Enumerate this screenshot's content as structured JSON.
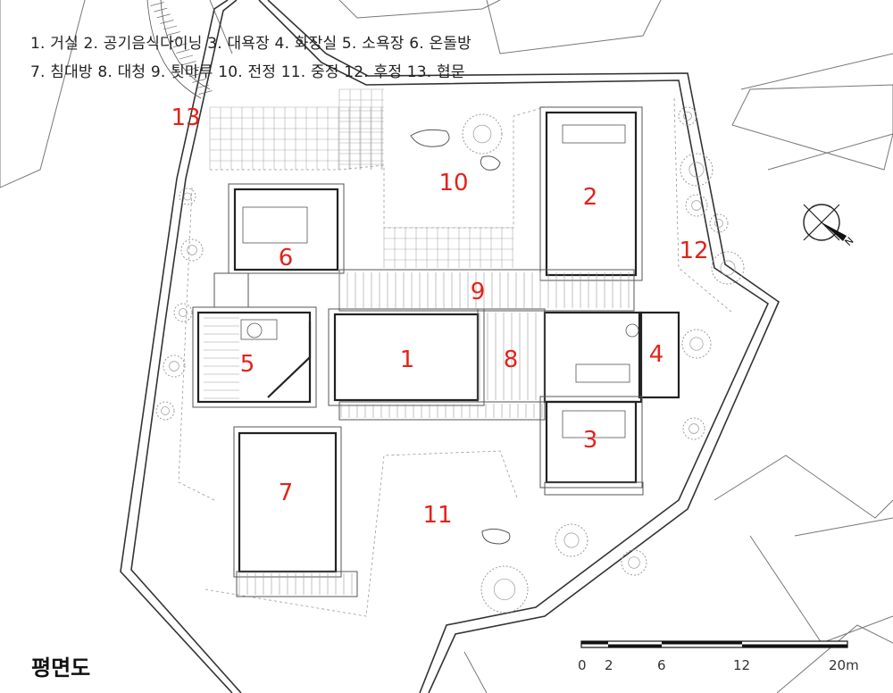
{
  "legend": {
    "line1": "1. 거실  2. 공기음식다이닝  3. 대욕장  4. 화장실  5. 소욕장  6. 온돌방",
    "line2": "7. 침대방  8. 대청  9. 툇마루  10. 전정  11. 중정  12. 후정  13. 협문"
  },
  "title": "평면도",
  "scale": {
    "ticks": [
      "0",
      "2",
      "6",
      "12",
      "20m"
    ]
  },
  "north_label": "N",
  "rooms": {
    "r1": "1",
    "r2": "2",
    "r3": "3",
    "r4": "4",
    "r5": "5",
    "r6": "6",
    "r7": "7",
    "r8": "8",
    "r9": "9",
    "r10": "10",
    "r11": "11",
    "r12": "12",
    "r13": "13"
  },
  "colors": {
    "room_number": "#e2231a",
    "line": "#222222",
    "thin_line": "#888888",
    "tree": "#9a9a9a"
  }
}
